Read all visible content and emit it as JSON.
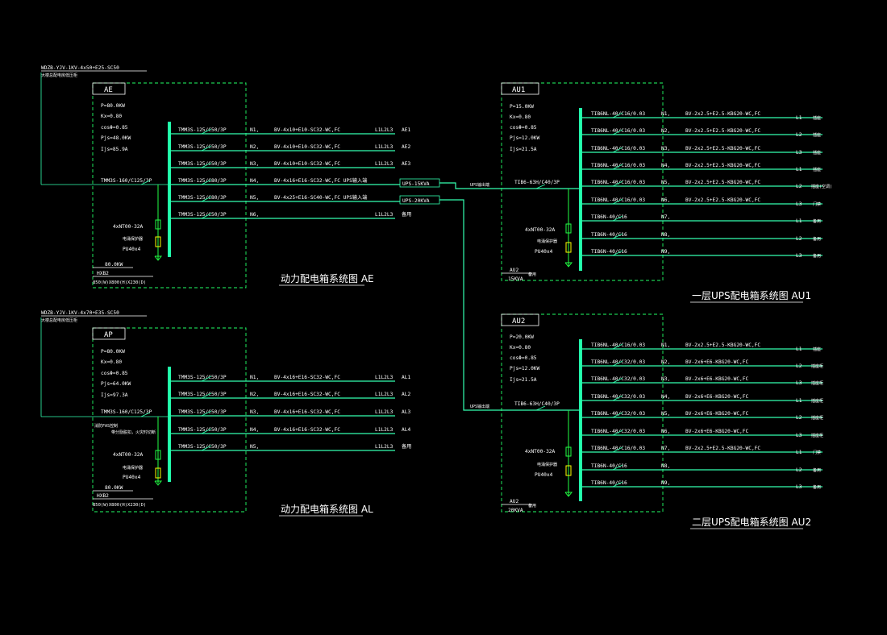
{
  "colors": {
    "background": "#000000",
    "wire": "#33ffb0",
    "bus": "#22ffaa",
    "frame": "#22ff66",
    "text": "#ffffff",
    "spd": "#ffff00"
  },
  "feeders": {
    "ae_cable": "WDZB-YJV-1KV-4x50+E25-SC50",
    "ae_note": "大楼总配电房低压柜",
    "ap_cable": "WDZB-YJV-1KV-4x70+E35-SC50",
    "ap_note": "大楼总配电房低压柜"
  },
  "panels": [
    {
      "id": "AE",
      "params": [
        "P=80.0KW",
        "Kx=0.80",
        "cosΦ=0.85",
        "Pjs=48.0KW",
        "Ijs=85.9A"
      ],
      "main_breaker": "TMM3S-160/C125/3P",
      "main_note": "",
      "spd_breaker": "4xNT00-32A",
      "spd_label": "电涌保护器",
      "spd_model": "PU40x4",
      "footer_kw": "80.0KW",
      "footer_id": "HXB2",
      "footer_size": "850(W)X800(H)X230(D)",
      "title": "动力配电箱系统图 AE",
      "circuits": [
        {
          "breaker": "TMM3S-125/C50/3P",
          "no": "N1,",
          "cable": "BV-4x10+E10-SC32-WC,FC",
          "phase": "L1L2L3",
          "dest": "AE1"
        },
        {
          "breaker": "TMM3S-125/C50/3P",
          "no": "N2,",
          "cable": "BV-4x10+E10-SC32-WC,FC",
          "phase": "L1L2L3",
          "dest": "AE2"
        },
        {
          "breaker": "TMM3S-125/C50/3P",
          "no": "N3,",
          "cable": "BV-4x10+E10-SC32-WC,FC",
          "phase": "L1L2L3",
          "dest": "AE3"
        },
        {
          "breaker": "TMM3S-125/C80/3P",
          "no": "N4,",
          "cable": "BV-4x16+E16-SC32-WC,FC  UPS输入端",
          "phase": "",
          "dest": "UPS-15KVA"
        },
        {
          "breaker": "TMM3S-125/C80/3P",
          "no": "N5,",
          "cable": "BV-4x25+E16-SC40-WC,FC  UPS输入端",
          "phase": "",
          "dest": "UPS-20KVA"
        },
        {
          "breaker": "TMM3S-125/C50/3P",
          "no": "N6,",
          "cable": "",
          "phase": "L1L2L3",
          "dest": "备用"
        }
      ]
    },
    {
      "id": "AP",
      "params": [
        "P=80.0KW",
        "Kx=0.80",
        "cosΦ=0.85",
        "Pjs=64.0KW",
        "Ijs=97.3A"
      ],
      "main_breaker": "TMM3S-160/C125/3P",
      "main_note": "消防FAS控制",
      "main_note2": "带分励脱扣，火灾时切断",
      "spd_breaker": "4xNT00-32A",
      "spd_label": "电涌保护器",
      "spd_model": "PU40x4",
      "footer_kw": "80.0KW",
      "footer_id": "HXB2",
      "footer_size": "850(W)X800(H)X230(D)",
      "title": "动力配电箱系统图 AL",
      "circuits": [
        {
          "breaker": "TMM3S-125/C50/3P",
          "no": "N1,",
          "cable": "BV-4x16+E16-SC32-WC,FC",
          "phase": "L1L2L3",
          "dest": "AL1"
        },
        {
          "breaker": "TMM3S-125/C50/3P",
          "no": "N2,",
          "cable": "BV-4x16+E16-SC32-WC,FC",
          "phase": "L1L2L3",
          "dest": "AL2"
        },
        {
          "breaker": "TMM3S-125/C50/3P",
          "no": "N3,",
          "cable": "BV-4x16+E16-SC32-WC,FC",
          "phase": "L1L2L3",
          "dest": "AL3"
        },
        {
          "breaker": "TMM3S-125/C50/3P",
          "no": "N4,",
          "cable": "BV-4x16+E16-SC32-WC,FC",
          "phase": "L1L2L3",
          "dest": "AL4"
        },
        {
          "breaker": "TMM3S-125/C50/3P",
          "no": "N5,",
          "cable": "",
          "phase": "L1L2L3",
          "dest": "备用"
        }
      ]
    },
    {
      "id": "AU1",
      "params": [
        "P=15.0KW",
        "Kx=0.80",
        "cosΦ=0.85",
        "Pjs=12.0KW",
        "Ijs=21.5A"
      ],
      "main_breaker": "TIB6-63H/C40/3P",
      "feed_label": "UPS输出端",
      "spd_breaker": "4xNT00-32A",
      "spd_label": "电涌保护器",
      "spd_model": "PU40x4",
      "footer_kw": "AU2",
      "footer_id": "15KVA",
      "footer_note": "备用",
      "title": "一层UPS配电箱系统图 AU1",
      "circuits": [
        {
          "breaker": "TIB6NL-40/C16/0.03",
          "no": "N1,",
          "cable": "BV-2x2.5+E2.5-KBG20-WC,FC",
          "phase": "L1",
          "dest": "插座"
        },
        {
          "breaker": "TIB6NL-40/C16/0.03",
          "no": "N2,",
          "cable": "BV-2x2.5+E2.5-KBG20-WC,FC",
          "phase": "L2",
          "dest": "插座"
        },
        {
          "breaker": "TIB6NL-40/C16/0.03",
          "no": "N3,",
          "cable": "BV-2x2.5+E2.5-KBG20-WC,FC",
          "phase": "L3",
          "dest": "插座"
        },
        {
          "breaker": "TIB6NL-40/C16/0.03",
          "no": "N4,",
          "cable": "BV-2x2.5+E2.5-KBG20-WC,FC",
          "phase": "L1",
          "dest": "插座"
        },
        {
          "breaker": "TIB6NL-40/C16/0.03",
          "no": "N5,",
          "cable": "BV-2x2.5+E2.5-KBG20-WC,FC",
          "phase": "L2",
          "dest": "插座(空调)"
        },
        {
          "breaker": "TIB6NL-40/C16/0.03",
          "no": "N6,",
          "cable": "BV-2x2.5+E2.5-KBG20-WC,FC",
          "phase": "L3",
          "dest": "门禁"
        },
        {
          "breaker": "TIB6N-40/C16",
          "no": "N7,",
          "cable": "",
          "phase": "L1",
          "dest": "备用"
        },
        {
          "breaker": "TIB6N-40/C16",
          "no": "N8,",
          "cable": "",
          "phase": "L2",
          "dest": "备用"
        },
        {
          "breaker": "TIB6N-40/C16",
          "no": "N9,",
          "cable": "",
          "phase": "L3",
          "dest": "备用"
        }
      ]
    },
    {
      "id": "AU2",
      "params": [
        "P=20.0KW",
        "Kx=0.80",
        "cosΦ=0.85",
        "Pjs=12.0KW",
        "Ijs=21.5A"
      ],
      "main_breaker": "TIB6-63H/C40/3P",
      "feed_label": "UPS输出端",
      "spd_breaker": "4xNT00-32A",
      "spd_label": "电涌保护器",
      "spd_model": "PU40x4",
      "footer_kw": "AU2",
      "footer_id": "20KVA",
      "footer_note": "备用",
      "title": "二层UPS配电箱系统图 AU2",
      "circuits": [
        {
          "breaker": "TIB6NL-40/C16/0.03",
          "no": "N1,",
          "cable": "BV-2x2.5+E2.5-KBG20-WC,FC",
          "phase": "L1",
          "dest": "插座"
        },
        {
          "breaker": "TIB6NL-40/C32/0.03",
          "no": "N2,",
          "cable": "BV-2x6+E6-KBG20-WC,FC",
          "phase": "L2",
          "dest": "插座柜"
        },
        {
          "breaker": "TIB6NL-40/C32/0.03",
          "no": "N3,",
          "cable": "BV-2x6+E6-KBG20-WC,FC",
          "phase": "L3",
          "dest": "插座柜"
        },
        {
          "breaker": "TIB6NL-40/C32/0.03",
          "no": "N4,",
          "cable": "BV-2x6+E6-KBG20-WC,FC",
          "phase": "L1",
          "dest": "插座柜"
        },
        {
          "breaker": "TIB6NL-40/C32/0.03",
          "no": "N5,",
          "cable": "BV-2x6+E6-KBG20-WC,FC",
          "phase": "L2",
          "dest": "插座柜"
        },
        {
          "breaker": "TIB6NL-40/C32/0.03",
          "no": "N6,",
          "cable": "BV-2x6+E6-KBG20-WC,FC",
          "phase": "L3",
          "dest": "插座柜"
        },
        {
          "breaker": "TIB6NL-40/C16/0.03",
          "no": "N7,",
          "cable": "BV-2x2.5+E2.5-KBG20-WC,FC",
          "phase": "L1",
          "dest": "门禁"
        },
        {
          "breaker": "TIB6N-40/C16",
          "no": "N8,",
          "cable": "",
          "phase": "L2",
          "dest": "备用"
        },
        {
          "breaker": "TIB6N-40/C16",
          "no": "N9,",
          "cable": "",
          "phase": "L3",
          "dest": "备用"
        }
      ]
    }
  ]
}
